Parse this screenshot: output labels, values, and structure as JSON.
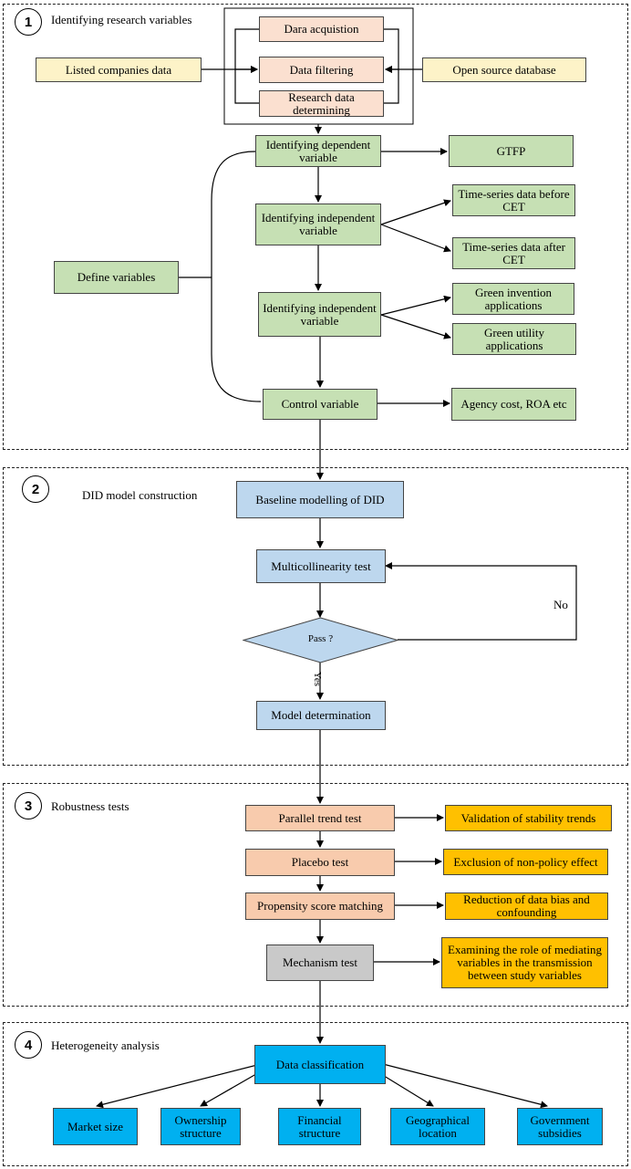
{
  "sections": [
    {
      "num": "1",
      "title": "Identifying research variables"
    },
    {
      "num": "2",
      "title": "DID model construction"
    },
    {
      "num": "3",
      "title": "Robustness tests"
    },
    {
      "num": "4",
      "title": "Heterogeneity analysis"
    }
  ],
  "stage1": {
    "data_acquisition": "Dara acquistion",
    "data_filtering": "Data filtering",
    "research_data": "Research data determining",
    "listed_companies": "Listed companies data",
    "open_source": "Open source database",
    "dependent": "Identifying dependent variable",
    "gtfp": "GTFP",
    "independent1": "Identifying independent variable",
    "ts_before": "Time-series data before CET",
    "ts_after": "Time-series data after CET",
    "independent2": "Identifying independent variable",
    "green_invention": "Green invention applications",
    "green_utility": "Green utility applications",
    "define_variables": "Define variables",
    "control": "Control variable",
    "agency": "Agency cost, ROA etc"
  },
  "stage2": {
    "baseline": "Baseline modelling of DID",
    "multicollinearity": "Multicollinearity test",
    "pass": "Pass ?",
    "no": "No",
    "yes": "Yes",
    "model_determination": "Model determination"
  },
  "stage3": {
    "parallel": "Parallel trend test",
    "validation": "Validation of stability trends",
    "placebo": "Placebo test",
    "exclusion": "Exclusion of non-policy effect",
    "psm": "Propensity score matching",
    "reduction": "Reduction of data bias and confounding",
    "mechanism": "Mechanism test",
    "examining": "Examining the role of mediating variables in the transmission between study variables"
  },
  "stage4": {
    "classification": "Data classification",
    "market_size": "Market size",
    "ownership": "Ownership structure",
    "financial": "Financial structure",
    "geographical": "Geographical location",
    "government": "Government subsidies"
  },
  "colors": {
    "tan": "#fbe0d0",
    "yellow": "#fdf3c8",
    "green": "#c6e0b4",
    "blue": "#bdd7ee",
    "salmon": "#f8cbad",
    "gold": "#ffc000",
    "gray": "#c9c9c9",
    "cyan": "#00b0f0"
  }
}
